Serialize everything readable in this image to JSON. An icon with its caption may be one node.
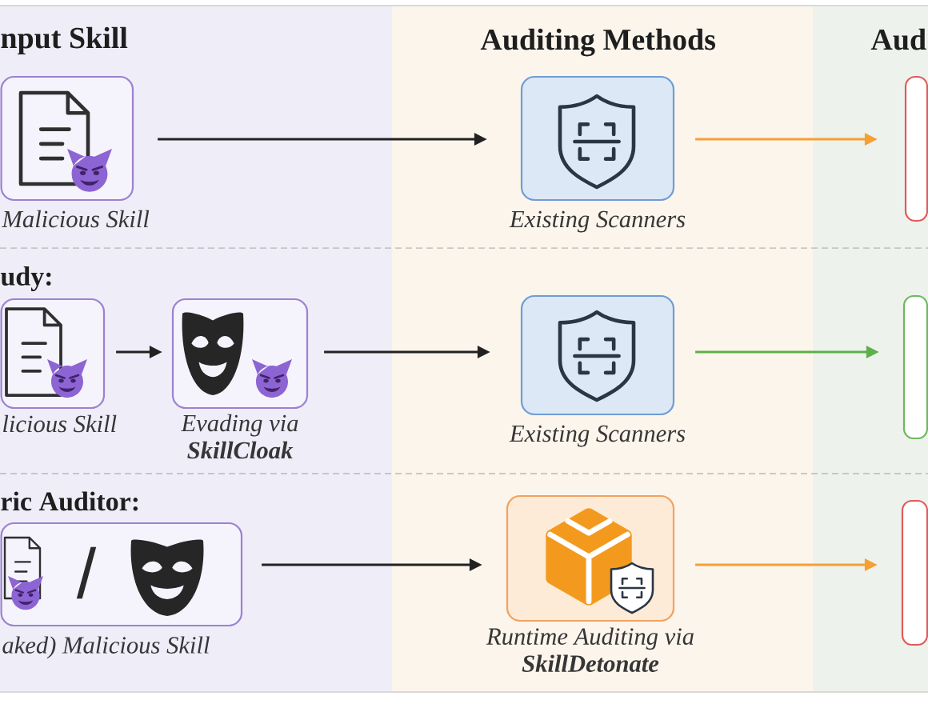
{
  "diagram": {
    "nodes": [
      {
        "text": [
          "nput Skill"
        ]
      },
      {
        "text": [
          "Auditing Methods"
        ]
      },
      {
        "text": [
          "Aud"
        ]
      },
      {
        "text": [],
        "shape": "picture",
        "in": 0,
        "beside": [
          "Malicious Skill"
        ]
      },
      {
        "text": [],
        "shape": "picture",
        "in": 1,
        "beside": [
          "Existing Scanners"
        ]
      },
      {
        "text": [],
        "shape": "box",
        "in": 2
      },
      {
        "text": [],
        "shape": "picture",
        "in": 0,
        "beside": [
          "licious Skill"
        ]
      },
      {
        "text": [],
        "shape": "picture",
        "in": 0,
        "beside": [
          "Evading via **SkillCloak**"
        ]
      },
      {
        "text": [],
        "shape": "picture",
        "in": 1,
        "beside": [
          "Existing Scanners"
        ]
      },
      {
        "text": [],
        "shape": "box",
        "in": 2
      },
      {
        "text": [
          "/"
        ],
        "in": 0,
        "beside": [
          "aked) Malicious Skill"
        ]
      },
      {
        "text": [],
        "shape": "picture",
        "in": 1,
        "beside": [
          "Runtime Auditing via **SkillDetonate**"
        ]
      },
      {
        "text": [],
        "shape": "box",
        "in": 2
      }
    ],
    "edges": [
      {
        "from": 3,
        "to": 4,
        "arrow": "to"
      },
      {
        "from": 4,
        "to": 5,
        "arrow": "to",
        "color": "#f5a033"
      },
      {
        "from": 6,
        "to": 7,
        "arrow": "to"
      },
      {
        "from": 7,
        "to": 8,
        "arrow": "to"
      },
      {
        "from": 8,
        "to": 9,
        "arrow": "to",
        "color": "#5cb04a"
      },
      {
        "from": 10,
        "to": 11,
        "arrow": "to"
      },
      {
        "from": 11,
        "to": 12,
        "arrow": "to",
        "color": "#f5a033"
      }
    ],
    "labels": [
      "udy:",
      "ric Auditor:"
    ]
  }
}
